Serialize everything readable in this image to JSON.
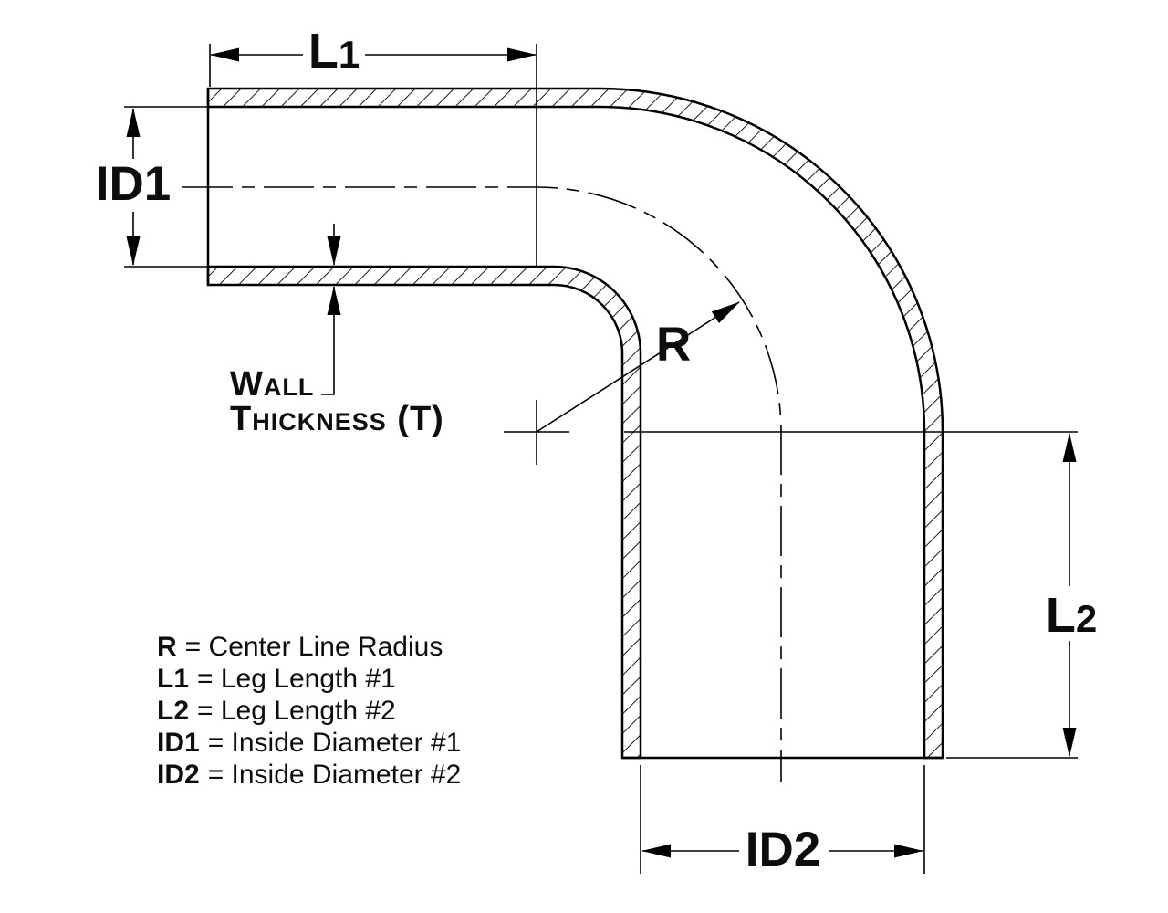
{
  "colors": {
    "dim_red": "#ed1c24",
    "line_black": "#000000",
    "background": "#ffffff"
  },
  "labels": {
    "l1": {
      "letter": "L",
      "number": "1"
    },
    "l2": {
      "letter": "L",
      "number": "2"
    },
    "id1": "ID1",
    "id2": "ID2",
    "radius": "R",
    "wall_thickness": {
      "line1": "Wall",
      "line2": "Thickness (T)"
    }
  },
  "legend": {
    "entries": [
      {
        "term": "R",
        "rest": "= Center Line Radius",
        "color": "black"
      },
      {
        "term": "L1",
        "rest": "= Leg Length #1",
        "color": "black"
      },
      {
        "term": "L2",
        "rest": "= Leg Length #2",
        "color": "black"
      },
      {
        "term": "ID1",
        "rest": "= Inside Diameter #1",
        "color": "red"
      },
      {
        "term": "ID2",
        "rest": "= Inside Diameter #2",
        "color": "red"
      }
    ]
  }
}
